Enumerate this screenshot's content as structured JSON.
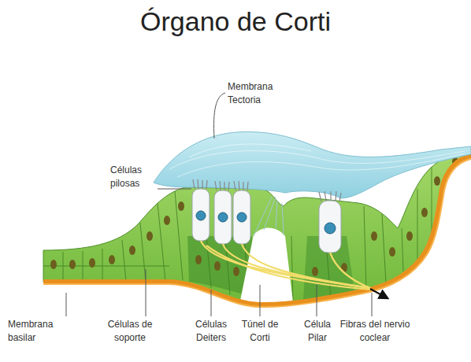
{
  "diagram": {
    "title": "Órgano de Corti",
    "labels": [
      "Membrana Tectoria",
      "Células pilosas",
      "Membrana basilar",
      "Células de soporte",
      "Células Deiters",
      "Túnel de Corti",
      "Célula Pilar",
      "Fibras del nervio coclear"
    ]
  }
}
